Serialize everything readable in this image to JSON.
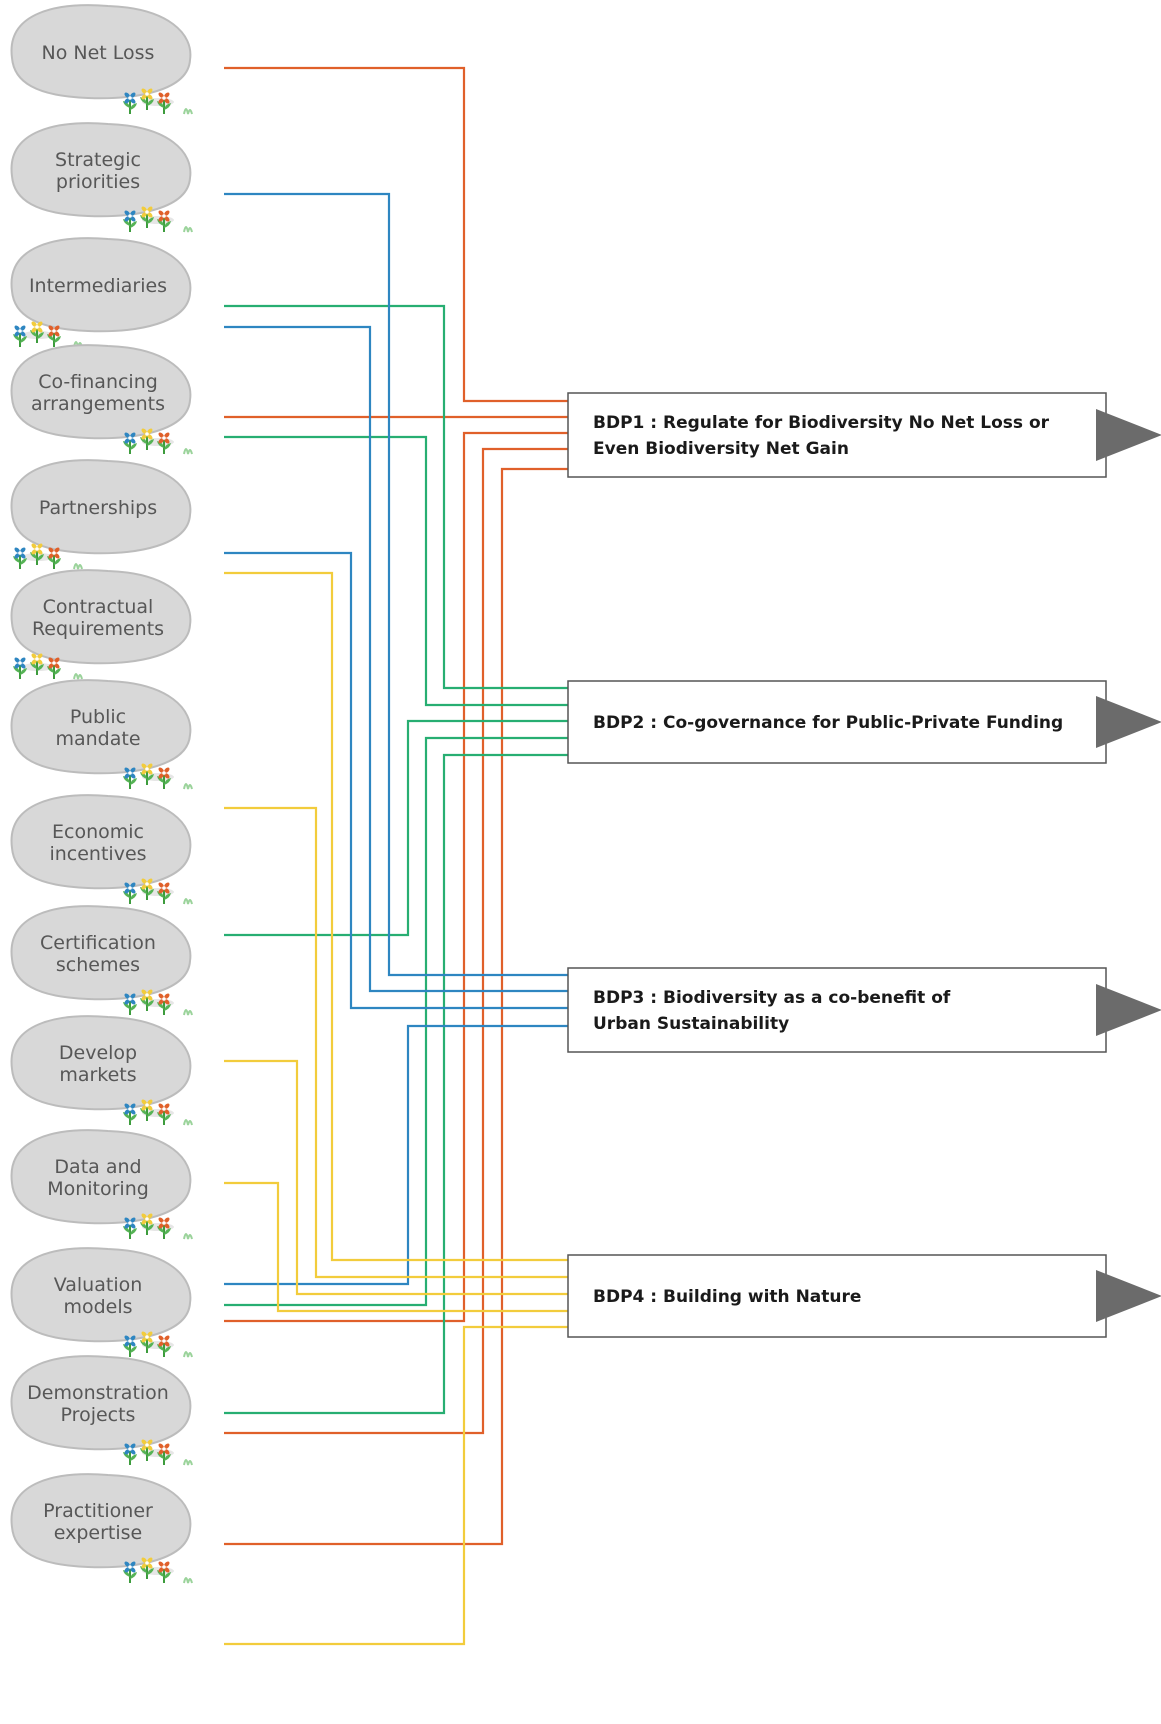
{
  "colors": {
    "orange": "#e0602a",
    "blue": "#2e86c1",
    "green": "#27ae72",
    "yellow": "#f2cc3c",
    "stone_fill": "#d8d8d8",
    "stone_shadow": "#bcbcbc",
    "box_border": "#555555",
    "arrow": "#6b6b6b"
  },
  "instruments": [
    {
      "id": "no-net-loss",
      "lines": [
        "No Net Loss"
      ],
      "flowers": "right"
    },
    {
      "id": "strategic-priorities",
      "lines": [
        "Strategic",
        "priorities"
      ],
      "flowers": "right"
    },
    {
      "id": "intermediaries",
      "lines": [
        "Intermediaries"
      ],
      "flowers": "left"
    },
    {
      "id": "co-financing",
      "lines": [
        "Co-financing",
        "arrangements"
      ],
      "flowers": "right"
    },
    {
      "id": "partnerships",
      "lines": [
        "Partnerships"
      ],
      "flowers": "left"
    },
    {
      "id": "contractual",
      "lines": [
        "Contractual",
        "Requirements"
      ],
      "flowers": "left"
    },
    {
      "id": "public-mandate",
      "lines": [
        "Public",
        "mandate"
      ],
      "flowers": "right"
    },
    {
      "id": "economic-incentives",
      "lines": [
        "Economic",
        "incentives"
      ],
      "flowers": "right"
    },
    {
      "id": "certification",
      "lines": [
        "Certification",
        "schemes"
      ],
      "flowers": "right"
    },
    {
      "id": "develop-markets",
      "lines": [
        "Develop",
        "markets"
      ],
      "flowers": "right"
    },
    {
      "id": "data-monitoring",
      "lines": [
        "Data and",
        "Monitoring"
      ],
      "flowers": "right"
    },
    {
      "id": "valuation-models",
      "lines": [
        "Valuation",
        "models"
      ],
      "flowers": "right"
    },
    {
      "id": "demonstration",
      "lines": [
        "Demonstration",
        "Projects"
      ],
      "flowers": "right"
    },
    {
      "id": "practitioner",
      "lines": [
        "Practitioner",
        "expertise"
      ],
      "flowers": "right"
    }
  ],
  "pathways": [
    {
      "id": "bdp1",
      "lines": [
        "BDP1 : Regulate for Biodiversity No Net Loss or",
        "Even Biodiversity Net Gain"
      ]
    },
    {
      "id": "bdp2",
      "lines": [
        "BDP2 : Co-governance for Public-Private Funding"
      ]
    },
    {
      "id": "bdp3",
      "lines": [
        "BDP3 : Biodiversity as a co-benefit of",
        "Urban Sustainability"
      ]
    },
    {
      "id": "bdp4",
      "lines": [
        "BDP4 : Building with Nature"
      ]
    }
  ],
  "connections": [
    {
      "from": "no-net-loss",
      "to": "bdp1",
      "color": "orange"
    },
    {
      "from": "co-financing",
      "to": "bdp1",
      "color": "orange"
    },
    {
      "from": "data-monitoring",
      "to": "bdp1",
      "color": "orange"
    },
    {
      "from": "valuation-models",
      "to": "bdp1",
      "color": "orange"
    },
    {
      "from": "demonstration",
      "to": "bdp1",
      "color": "orange"
    },
    {
      "from": "intermediaries",
      "to": "bdp2",
      "color": "green"
    },
    {
      "from": "co-financing",
      "to": "bdp2",
      "color": "green"
    },
    {
      "from": "economic-incentives",
      "to": "bdp2",
      "color": "green"
    },
    {
      "from": "data-monitoring",
      "to": "bdp2",
      "color": "green"
    },
    {
      "from": "valuation-models",
      "to": "bdp2",
      "color": "green"
    },
    {
      "from": "strategic-priorities",
      "to": "bdp3",
      "color": "blue"
    },
    {
      "from": "intermediaries",
      "to": "bdp3",
      "color": "blue"
    },
    {
      "from": "partnerships",
      "to": "bdp3",
      "color": "blue"
    },
    {
      "from": "data-monitoring",
      "to": "bdp3",
      "color": "blue"
    },
    {
      "from": "partnerships",
      "to": "bdp4",
      "color": "yellow"
    },
    {
      "from": "public-mandate",
      "to": "bdp4",
      "color": "yellow"
    },
    {
      "from": "certification",
      "to": "bdp4",
      "color": "yellow"
    },
    {
      "from": "develop-markets",
      "to": "bdp4",
      "color": "yellow"
    },
    {
      "from": "practitioner",
      "to": "bdp4",
      "color": "yellow"
    }
  ]
}
